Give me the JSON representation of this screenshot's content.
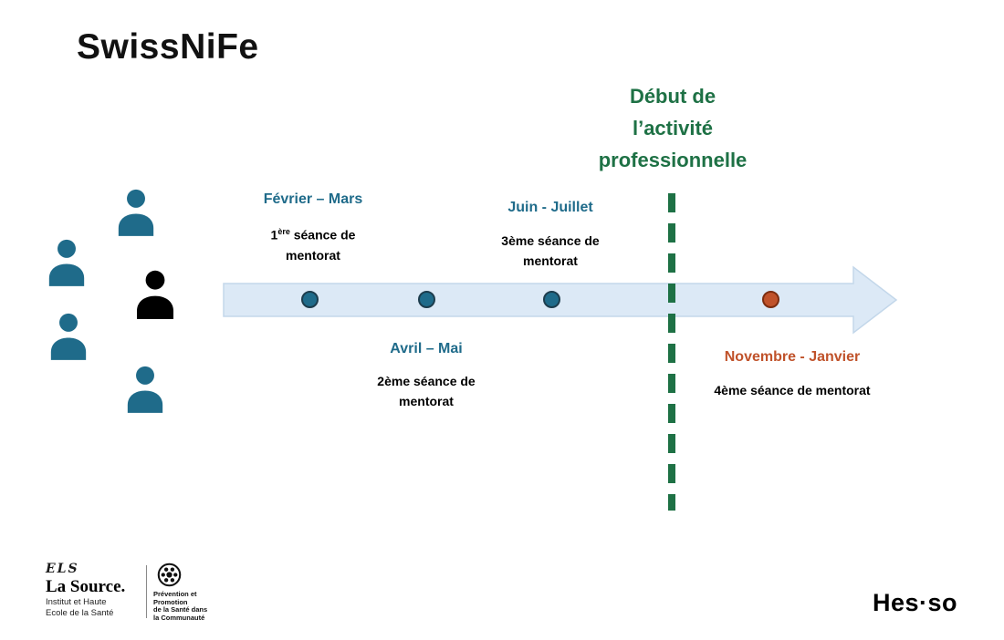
{
  "title": "SwissNiFe",
  "header": {
    "line1": "Début de",
    "line2": "l’activité",
    "line3": "professionnelle"
  },
  "timeline": {
    "events": [
      {
        "period": "Février – Mars",
        "desc_num": "1",
        "desc_sup": "ère",
        "desc_rest": " séance de",
        "desc_line2": "mentorat"
      },
      {
        "period": "Avril – Mai",
        "desc_line1": "2ème séance de",
        "desc_line2": "mentorat"
      },
      {
        "period": "Juin - Juillet",
        "desc_line1": "3ème séance de",
        "desc_line2": "mentorat"
      },
      {
        "period": "Novembre - Janvier",
        "desc_line1": "4ème séance de mentorat"
      }
    ]
  },
  "footer": {
    "logo_mark": "ELS",
    "la_source": "La Source.",
    "institute_line1": "Institut et Haute",
    "institute_line2": "Ecole de la Santé",
    "badge_line1": "Prévention et",
    "badge_line2": "Promotion",
    "badge_line3": "de la Santé dans",
    "badge_line4": "la Communauté",
    "hesso": "Hes·so"
  },
  "colors": {
    "teal": "#1f6b8a",
    "green": "#1e7145",
    "orange": "#c0522a",
    "arrow_fill": "#dce9f6",
    "arrow_stroke": "#c3d7ea"
  }
}
